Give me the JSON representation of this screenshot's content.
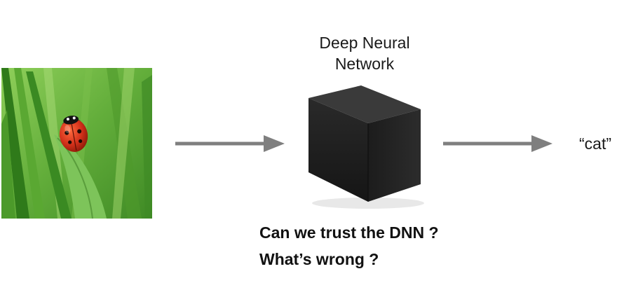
{
  "model": {
    "title_line1": "Deep Neural",
    "title_line2": "Network"
  },
  "output": {
    "label": "“cat”"
  },
  "questions": {
    "q1": "Can we trust the DNN ?",
    "q2": "What’s wrong ?"
  },
  "colors": {
    "arrow": "#7f7f7f",
    "box": "#1e1e1e",
    "grass": "#5fa83a",
    "ladybug": "#c62a12"
  },
  "icons": {
    "input": "ladybug-photo",
    "model": "black-box-cube"
  }
}
